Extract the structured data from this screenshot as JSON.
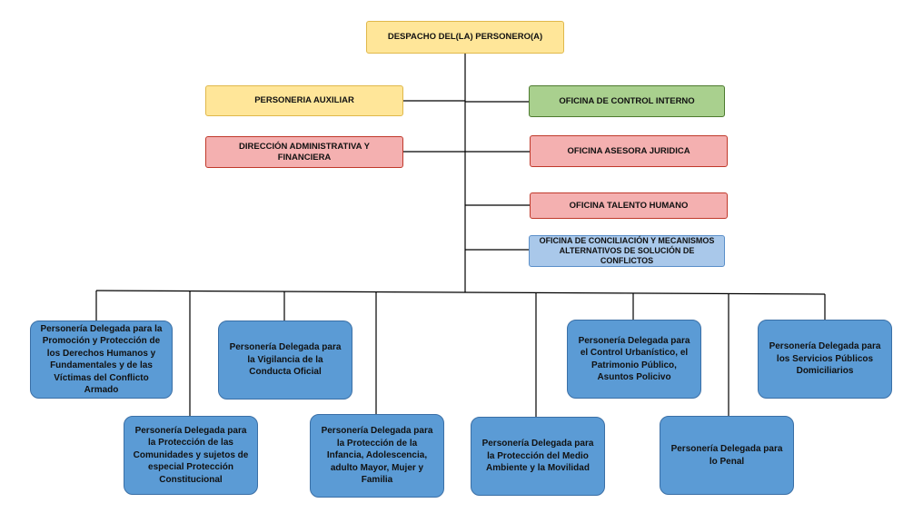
{
  "chart": {
    "head": "DESPACHO DEL(LA) PERSONERO(A)",
    "staff_left": [
      "PERSONERIA AUXILIAR",
      "DIRECCIÓN ADMINISTRATIVA Y FINANCIERA"
    ],
    "staff_right": [
      "OFICINA DE CONTROL INTERNO",
      "OFICINA ASESORA JURIDICA",
      "OFICINA TALENTO HUMANO",
      "OFICINA DE CONCILIACIÓN Y MECANISMOS ALTERNATIVOS DE SOLUCIÓN DE CONFLICTOS"
    ],
    "delegates": [
      "Personería Delegada para la Promoción y Protección de los Derechos Humanos y Fundamentales y de las Víctimas del Conflicto Armado",
      "Personería Delegada para la Protección de las Comunidades y sujetos de especial Protección Constitucional",
      "Personería Delegada para la Vigilancia de la Conducta Oficial",
      "Personería Delegada para la Protección de la Infancia, Adolescencia, adulto Mayor, Mujer y Familia",
      "Personería Delegada para la Protección del Medio Ambiente y la Movilidad",
      "Personería Delegada para el Control Urbanístico, el Patrimonio Público, Asuntos Policivo",
      "Personería Delegada para lo Penal",
      "Personería Delegada para los Servicios Públicos Domiciliarios"
    ]
  },
  "colors": {
    "yellow": "#ffe699",
    "green": "#a9d08e",
    "red": "#f4b0b0",
    "light_blue": "#a9c8ea",
    "delegate_blue": "#5b9bd5"
  }
}
